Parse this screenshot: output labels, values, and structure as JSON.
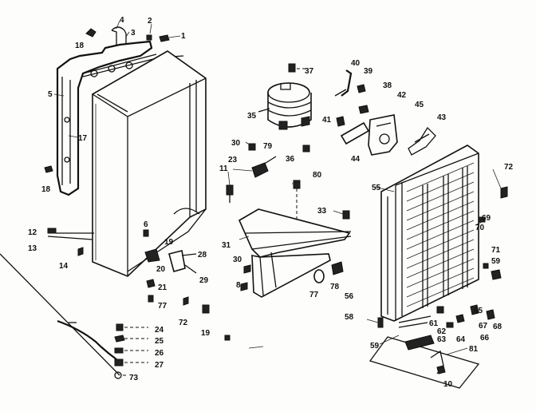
{
  "diagram": {
    "labels": {
      "l1": "1",
      "l2": "2",
      "l3": "3",
      "l4": "4",
      "l5": "5",
      "l6": "6",
      "l8": "8",
      "l10": "10",
      "l11": "11",
      "l12": "12",
      "l13": "13",
      "l14": "14",
      "l17": "17",
      "l18a": "18",
      "l18b": "18",
      "l19a": "19",
      "l19b": "19",
      "l20": "20",
      "l21": "21",
      "l23": "23",
      "l24": "24",
      "l25": "25",
      "l26": "26",
      "l27": "27",
      "l28": "28",
      "l29": "29",
      "l30a": "30",
      "l30b": "30",
      "l31": "31",
      "l33": "33",
      "l35": "35",
      "l36": "36",
      "l37": "37",
      "l38": "38",
      "l39": "39",
      "l40": "40",
      "l41": "41",
      "l42": "42",
      "l43": "43",
      "l44": "44",
      "l45": "45",
      "l55": "55",
      "l56": "56",
      "l58": "58",
      "l59a": "59",
      "l59b": "59",
      "l61": "61",
      "l62": "62",
      "l63": "63",
      "l64": "64",
      "l65": "65",
      "l66": "66",
      "l67": "67",
      "l68": "68",
      "l69": "69",
      "l70": "70",
      "l71": "71",
      "l72a": "72",
      "l72b": "72",
      "l73": "73",
      "l77a": "77",
      "l77b": "77",
      "l78": "78",
      "l79": "79",
      "l80": "80",
      "l81": "81"
    }
  }
}
